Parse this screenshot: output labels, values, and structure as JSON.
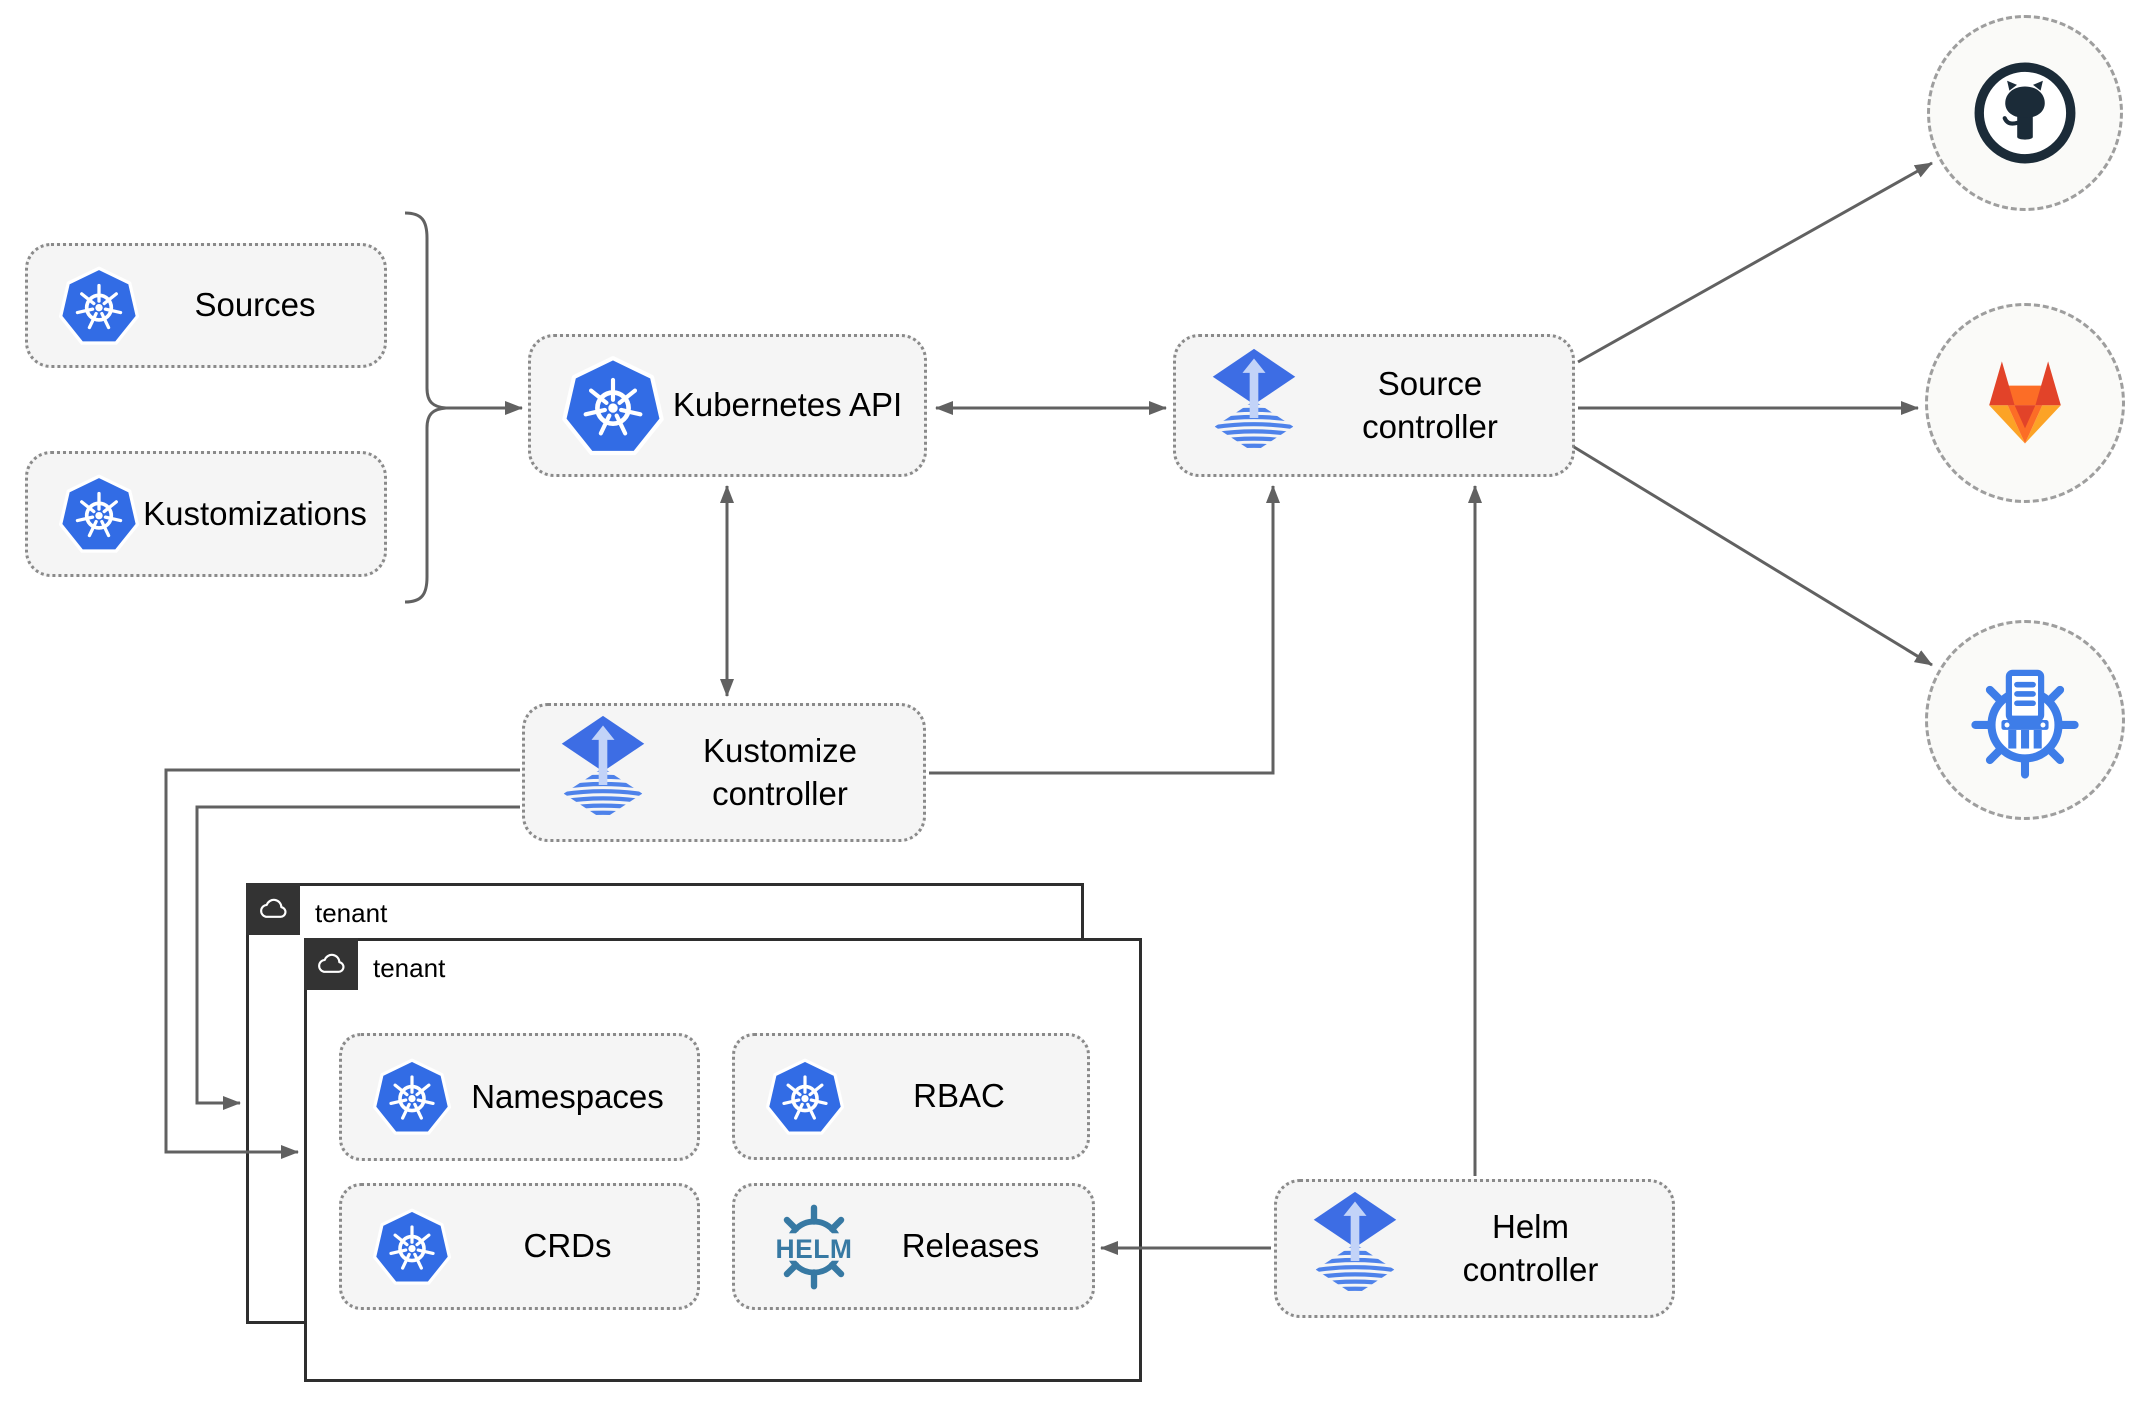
{
  "diagram": {
    "nodes": {
      "sources": {
        "label": "Sources",
        "icon": "kubernetes-icon"
      },
      "kustomizations": {
        "label": "Kustomizations",
        "icon": "kubernetes-icon"
      },
      "kubernetes_api": {
        "label": "Kubernetes API",
        "icon": "kubernetes-icon"
      },
      "source_controller": {
        "label": "Source controller",
        "icon": "flux-icon"
      },
      "kustomize_controller": {
        "label": "Kustomize controller",
        "icon": "flux-icon"
      },
      "helm_controller": {
        "label": "Helm controller",
        "icon": "flux-icon"
      },
      "namespaces": {
        "label": "Namespaces",
        "icon": "kubernetes-icon"
      },
      "rbac": {
        "label": "RBAC",
        "icon": "kubernetes-icon"
      },
      "crds": {
        "label": "CRDs",
        "icon": "kubernetes-icon"
      },
      "releases": {
        "label": "Releases",
        "icon": "helm-icon"
      }
    },
    "tenants": {
      "back": {
        "label": "tenant",
        "icon": "cloud-icon"
      },
      "front": {
        "label": "tenant",
        "icon": "cloud-icon"
      }
    },
    "helm_logo_text": "HELM",
    "external_targets": [
      {
        "icon": "github-icon"
      },
      {
        "icon": "gitlab-icon"
      },
      {
        "icon": "chartmuseum-icon"
      }
    ],
    "colors": {
      "kubernetes_blue": "#326CE5",
      "flux_blue": "#3D6DE4",
      "flux_arrow_light": "#C2D3F8",
      "flux_stripe_blue": "#4E82EA",
      "helm_teal": "#3779A3",
      "chartmuseum_blue": "#3E7DE8",
      "github_dark": "#1B2B38",
      "gitlab_red": "#E24329",
      "gitlab_orange": "#FC6D26",
      "gitlab_yellow": "#FCA326",
      "connector_gray": "#616161",
      "node_fill": "#F5F5F5",
      "tenant_border": "#2E2E2E"
    }
  }
}
